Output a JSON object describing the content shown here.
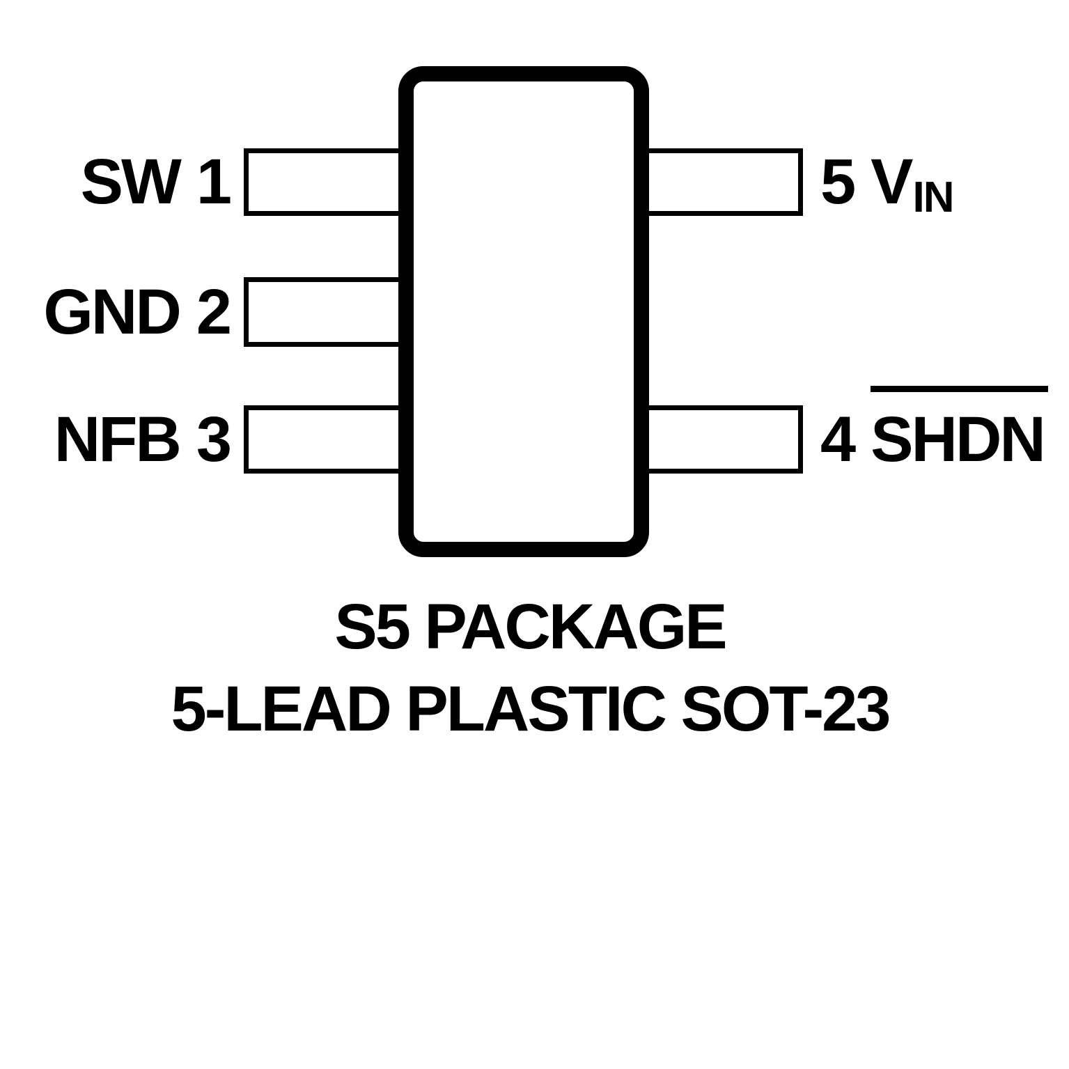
{
  "diagram": {
    "title": "S5 PACKAGE",
    "subtitle": "5-LEAD PLASTIC SOT-23",
    "pins": {
      "left": [
        {
          "name": "SW",
          "number": "1"
        },
        {
          "name": "GND",
          "number": "2"
        },
        {
          "name": "NFB",
          "number": "3"
        }
      ],
      "right": [
        {
          "number": "5",
          "name": "V",
          "subscript": "IN",
          "overline": false
        },
        {
          "number": "4",
          "name": "SHDN",
          "subscript": "",
          "overline": true
        }
      ]
    },
    "colors": {
      "line": "#000000",
      "background": "#ffffff"
    }
  }
}
